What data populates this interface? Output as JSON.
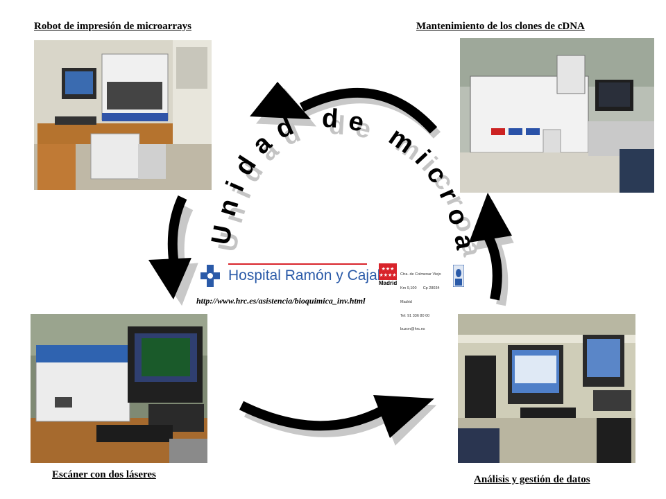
{
  "title": "Unidad de microarrays",
  "url": "http://www.hrc.es/asistencia/bioquimica_inv.html",
  "captions": {
    "robot": "Robot de impresión de microarrays",
    "clones": "Mantenimiento  de los clones de cDNA",
    "scanner": "Escáner con dos láseres",
    "analysis": "Análisis y gestión de datos"
  },
  "hospital": {
    "name": "Hospital Ramón y Cajal",
    "region": "Madrid",
    "address": [
      "Ctra. de Colmenar Viejo",
      "Km 9,100      Cp 28034",
      "Madrid",
      "Tel: 91 336 80 00",
      "buzon@hrc.es"
    ]
  },
  "colors": {
    "hospital_blue": "#2a5aa8",
    "hospital_red": "#d8232a",
    "arrow": "#000000",
    "shadow": "#bdbdbd"
  }
}
